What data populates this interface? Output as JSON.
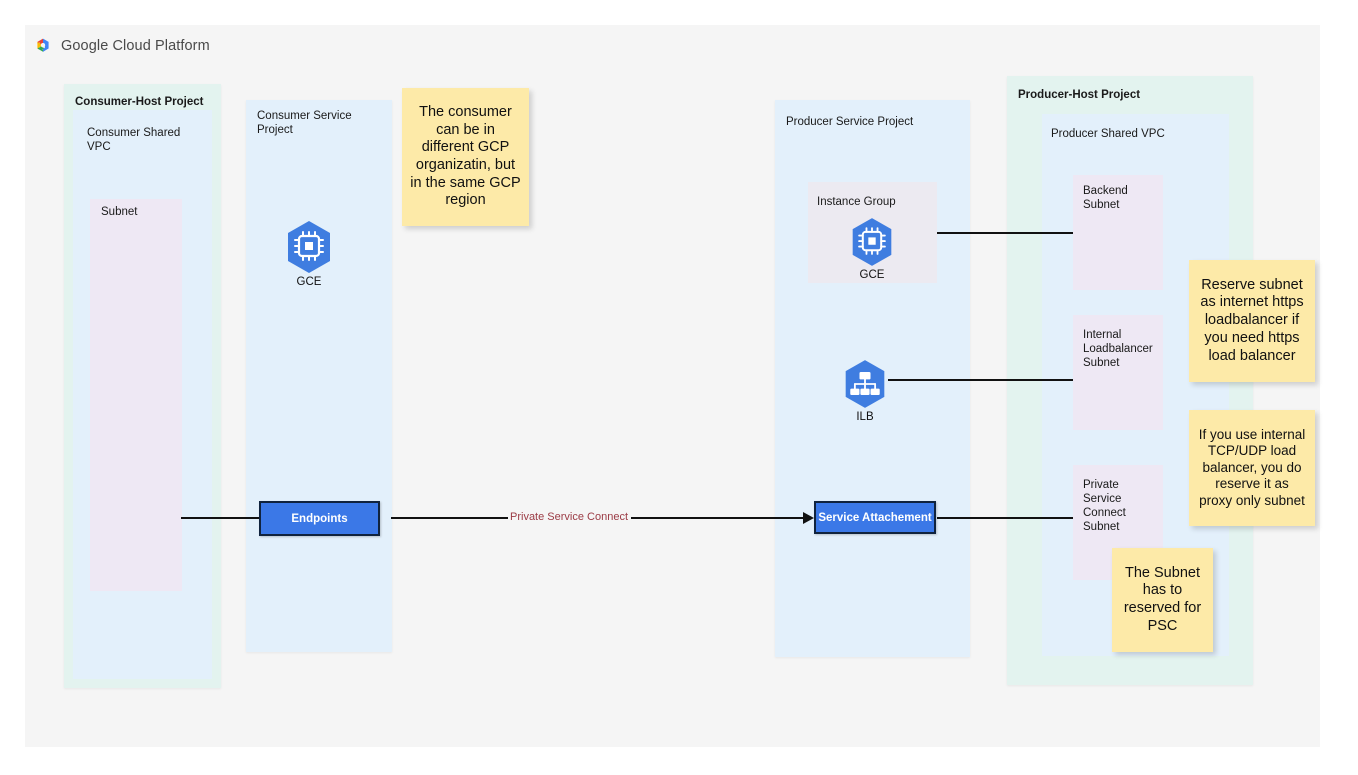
{
  "header": {
    "brand": "Google Cloud Platform",
    "logo_icon": "google-cloud-logo-icon",
    "logo_colors": [
      "#ea4335",
      "#fbbc05",
      "#34a853",
      "#4285f4"
    ]
  },
  "canvas": {
    "background": "#f5f5f5",
    "page_background": "#ffffff"
  },
  "colors": {
    "host_project": "#e3f3ef",
    "vpc": "#e3f0fb",
    "service_project": "#e3f0fb",
    "subnet": "#eee8f4",
    "instance_group": "#eceaf1",
    "sticky": "#fdeaa8",
    "blue_box_fill": "#3b78e7",
    "blue_box_border": "#10233e",
    "connector": "#111111",
    "edge_label_text": "#9b3b45"
  },
  "containers": {
    "consumer_host_project": "Consumer-Host Project",
    "consumer_shared_vpc": "Consumer Shared\nVPC",
    "consumer_subnet": "Subnet",
    "consumer_service_project": "Consumer Service\nProject",
    "producer_service_project": "Producer Service Project",
    "instance_group": "Instance Group",
    "producer_host_project": "Producer-Host Project",
    "producer_shared_vpc": "Producer Shared VPC",
    "backend_subnet": "Backend\nSubnet",
    "internal_loadbalancer_subnet": "Internal\nLoadbalancer\nSubnet",
    "private_service_connect_subnet": "Private\nService\nConnect\nSubnet"
  },
  "nodes": {
    "consumer_gce": {
      "label": "GCE",
      "icon": "gce-compute-engine-icon"
    },
    "producer_gce": {
      "label": "GCE",
      "icon": "gce-compute-engine-icon"
    },
    "ilb": {
      "label": "ILB",
      "icon": "internal-load-balancer-icon"
    }
  },
  "blue_boxes": {
    "endpoints": "Endpoints",
    "service_attachment": "Service Attachement"
  },
  "edges": {
    "private_service_connect": "Private Service Connect"
  },
  "sticky_notes": {
    "consumer_org": "The consumer\ncan be in\ndifferent GCP\norganizatin, but\nin the same GCP\nregion",
    "reserve_https": "Reserve subnet\nas internet https\nloadbalancer if\nyou need https\nload balancer",
    "internal_tcp_udp": "If you use internal\nTCP/UDP load\nbalancer, you do\nreserve it as\nproxy only subnet",
    "psc_reserved": "The Subnet\nhas to\nreserved for\nPSC"
  }
}
